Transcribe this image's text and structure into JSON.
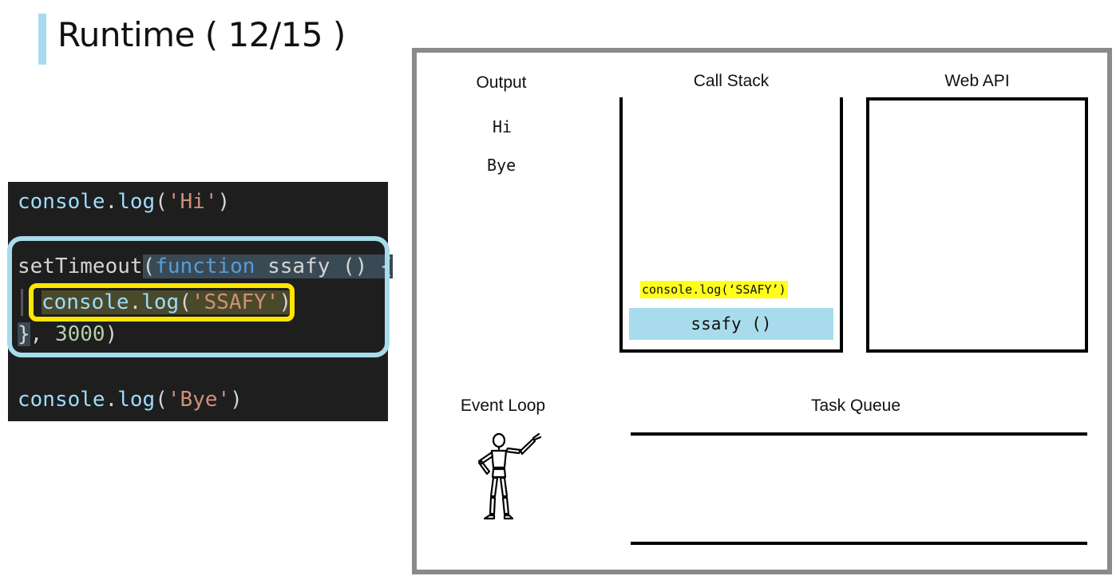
{
  "title": "Runtime ( 12/15 )",
  "code": {
    "line1": {
      "fn": "console",
      "dot": ".",
      "method": "log",
      "open": "(",
      "str": "'Hi'",
      "close": ")"
    },
    "line2": {
      "fn": "setTimeout",
      "open": "(",
      "kw": "function",
      "name": " ssafy",
      "rest": " () {"
    },
    "line3": {
      "fn": "console",
      "dot": ".",
      "method": "log",
      "open": "(",
      "str": "'SSAFY'",
      "close": ")"
    },
    "line4": {
      "brace": "}",
      "comma": ", ",
      "num": "3000",
      "close": ")"
    },
    "line5": {
      "fn": "console",
      "dot": ".",
      "method": "log",
      "open": "(",
      "str": "'Bye'",
      "close": ")"
    }
  },
  "diagram": {
    "output_label": "Output",
    "output_items": [
      "Hi",
      "Bye"
    ],
    "call_stack_label": "Call Stack",
    "web_api_label": "Web API",
    "stack_frames": [
      "console.log(‘SSAFY’)",
      "ssafy ()"
    ],
    "event_loop_label": "Event Loop",
    "task_queue_label": "Task Queue"
  },
  "colors": {
    "accent_blue": "#a8dcec",
    "highlight_yellow": "#ffe600",
    "code_bg": "#1e1e1e",
    "frame_gray": "#8a8a8a"
  }
}
